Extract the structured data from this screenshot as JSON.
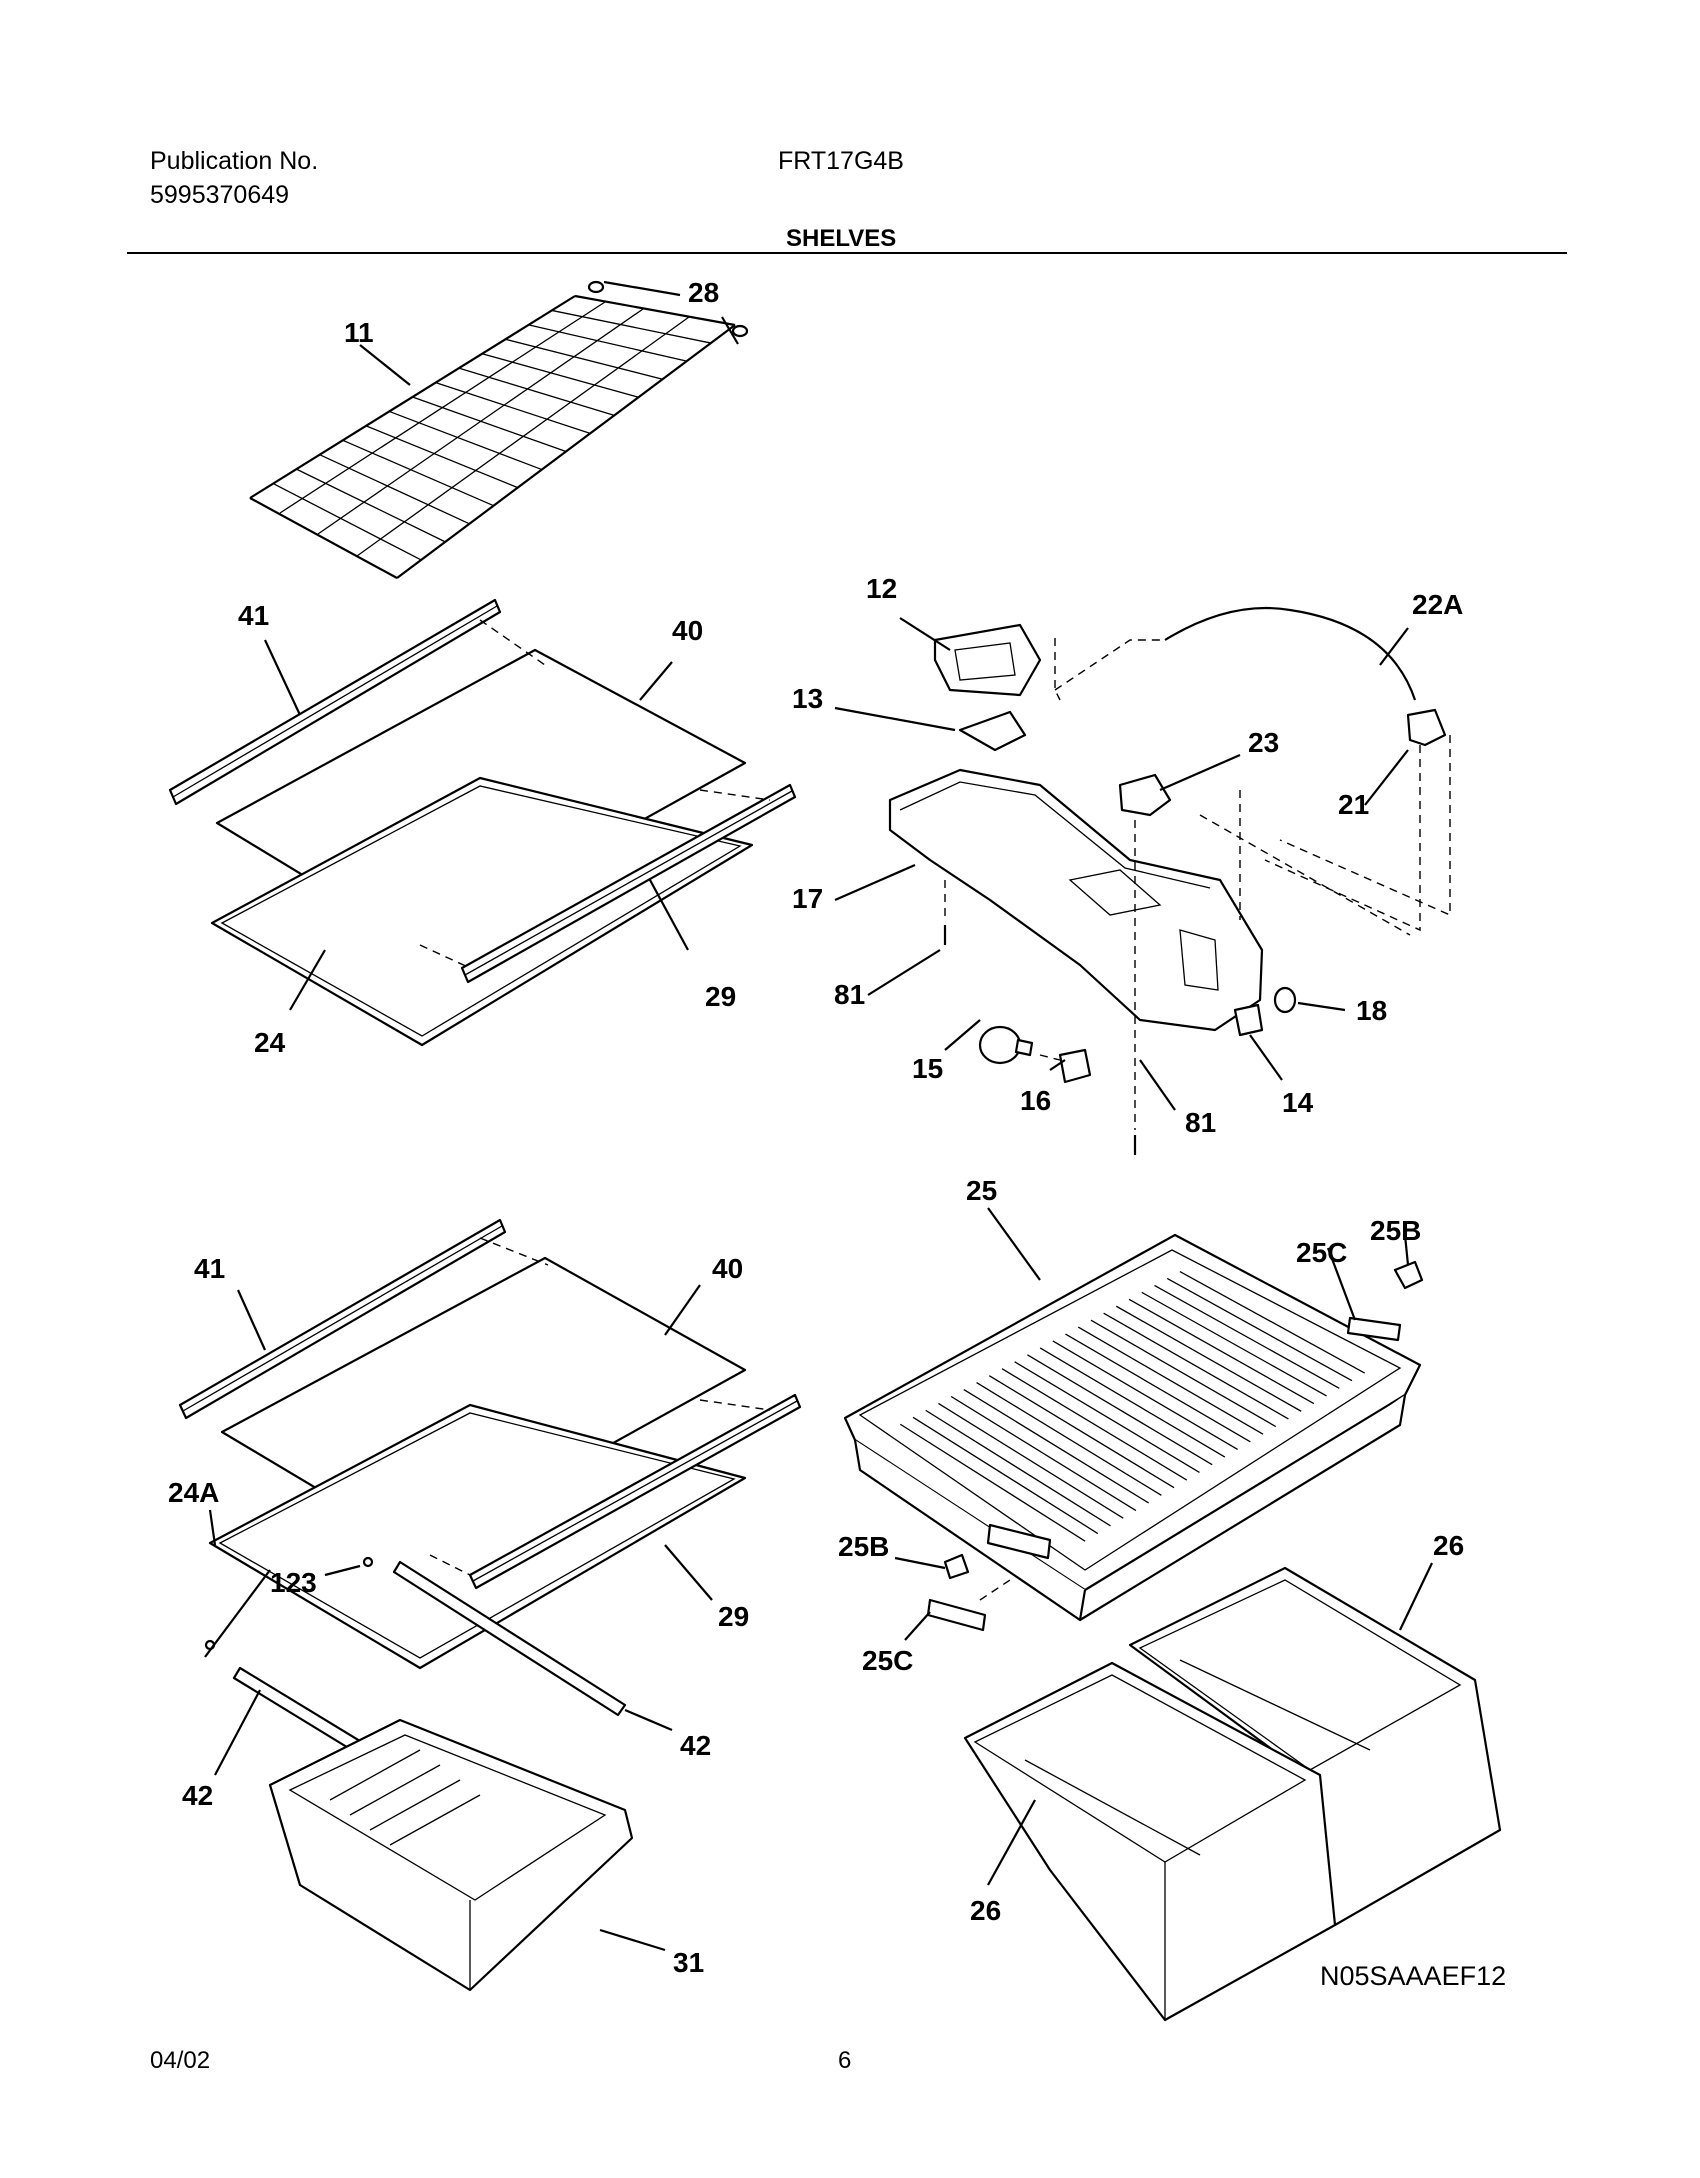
{
  "header": {
    "publication_label": "Publication No.",
    "publication_number": "5995370649",
    "model": "FRT17G4B",
    "section_title": "SHELVES"
  },
  "footer": {
    "date": "04/02",
    "page": "6"
  },
  "diagram_code": "N05SAAAEF12",
  "callouts": {
    "c11": "11",
    "c28": "28",
    "c41a": "41",
    "c40a": "40",
    "c29a": "29",
    "c24": "24",
    "c12": "12",
    "c13": "13",
    "c22A": "22A",
    "c23": "23",
    "c21": "21",
    "c17": "17",
    "c81a": "81",
    "c15": "15",
    "c16": "16",
    "c81b": "81",
    "c14": "14",
    "c18": "18",
    "c41b": "41",
    "c40b": "40",
    "c24A": "24A",
    "c123": "123",
    "c29b": "29",
    "c42a": "42",
    "c42b": "42",
    "c31": "31",
    "c25": "25",
    "c25Ca": "25C",
    "c25Ba": "25B",
    "c25Bb": "25B",
    "c25Cb": "25C",
    "c26a": "26",
    "c26b": "26"
  }
}
